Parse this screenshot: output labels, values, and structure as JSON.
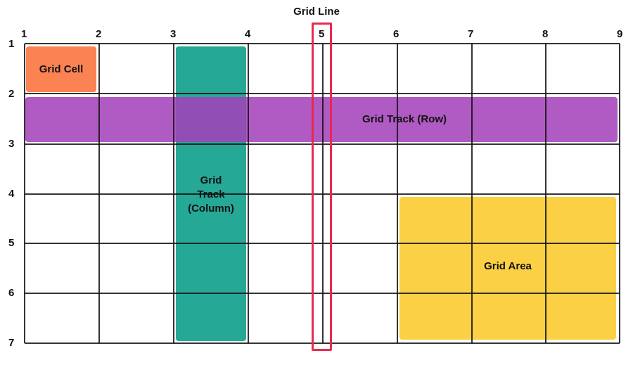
{
  "title": "Grid Line",
  "column_lines": [
    "1",
    "2",
    "3",
    "4",
    "5",
    "6",
    "7",
    "8",
    "9"
  ],
  "row_lines": [
    "1",
    "2",
    "3",
    "4",
    "5",
    "6",
    "7"
  ],
  "grid_cell": {
    "label": "Grid Cell",
    "color": "#fb8353"
  },
  "grid_track_row": {
    "label": "Grid Track (Row)",
    "color": "#a33fb9"
  },
  "grid_track_column": {
    "label": "Grid\nTrack\n(Column)",
    "color": "#26a896"
  },
  "grid_area": {
    "label": "Grid Area",
    "color": "#fcd044"
  },
  "highlight_color": "#e8294f",
  "grid_line_color": "#111111"
}
